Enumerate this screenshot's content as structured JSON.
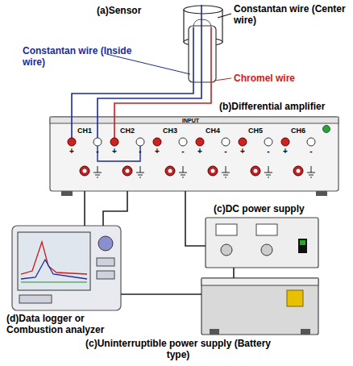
{
  "diagram": {
    "nodes": [
      {
        "text": [
          "(a)Sensor"
        ]
      },
      {
        "text": [
          "(b)Differential amplifier"
        ]
      },
      {
        "text": [
          "(c)DC power supply"
        ]
      },
      {
        "text": [
          "(d)Data logger or Combustion analyzer"
        ]
      },
      {
        "text": [
          "(c)Uninterruptible power supply (Battery type)"
        ]
      }
    ],
    "edges": [
      {
        "from": 0,
        "to": 1,
        "arrow": "none"
      },
      {
        "from": 0,
        "to": 1,
        "arrow": "none"
      },
      {
        "from": 0,
        "to": 1,
        "arrow": "none"
      },
      {
        "from": 1,
        "to": 3,
        "arrow": "none"
      },
      {
        "from": 1,
        "to": 3,
        "arrow": "none"
      },
      {
        "from": 1,
        "to": 2,
        "arrow": "none"
      },
      {
        "from": 2,
        "to": 4,
        "arrow": "none"
      },
      {
        "from": 3,
        "to": 4,
        "arrow": "none"
      }
    ],
    "labels": [
      "Constantan wire (Center wire)",
      "Constantan wire (Inside wire)",
      "Chromel wire",
      "INPUT",
      "CH1",
      "CH2",
      "CH3",
      "CH4",
      "CH5",
      "CH6",
      "+",
      "-",
      "+",
      "-",
      "+",
      "-",
      "+",
      "-",
      "+",
      "-",
      "+",
      "-"
    ]
  }
}
